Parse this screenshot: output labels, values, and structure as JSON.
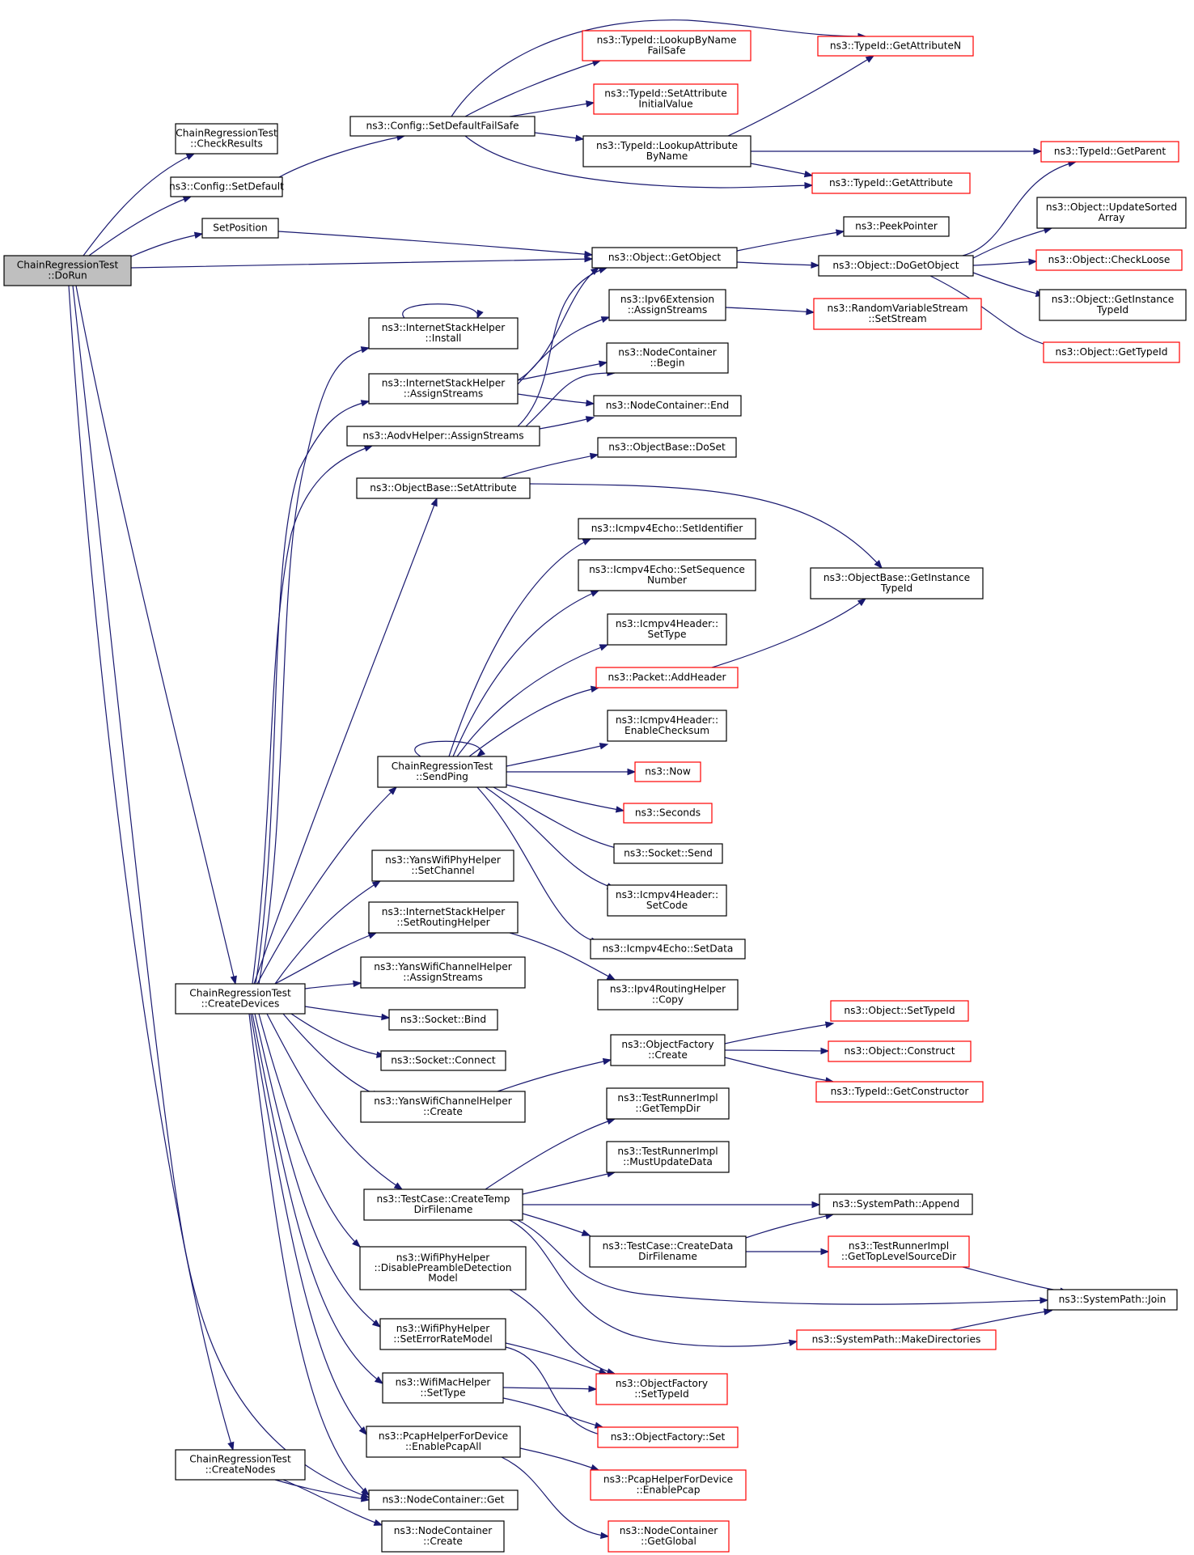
{
  "colors": {
    "edge": "#191970",
    "node_border": "#000000",
    "node_border_truncated": "#ff0000",
    "root_fill": "#bfbfbf",
    "node_fill": "#ffffff"
  },
  "graph": {
    "nodes": [
      {
        "id": "root",
        "lines": [
          "ChainRegressionTest",
          "::DoRun"
        ],
        "style": "root"
      },
      {
        "id": "checkresults",
        "lines": [
          "ChainRegressionTest",
          "::CheckResults"
        ],
        "style": "normal"
      },
      {
        "id": "setdefault",
        "lines": [
          "ns3::Config::SetDefault"
        ],
        "style": "normal"
      },
      {
        "id": "setposition",
        "lines": [
          "SetPosition"
        ],
        "style": "normal"
      },
      {
        "id": "createdevices",
        "lines": [
          "ChainRegressionTest",
          "::CreateDevices"
        ],
        "style": "normal"
      },
      {
        "id": "createnodes",
        "lines": [
          "ChainRegressionTest",
          "::CreateNodes"
        ],
        "style": "normal"
      },
      {
        "id": "setdefaultfailsafe",
        "lines": [
          "ns3::Config::SetDefaultFailSafe"
        ],
        "style": "normal"
      },
      {
        "id": "lookupbynamefailsafe",
        "lines": [
          "ns3::TypeId::LookupByName",
          "FailSafe"
        ],
        "style": "truncated"
      },
      {
        "id": "setattributeinitialvalue",
        "lines": [
          "ns3::TypeId::SetAttribute",
          "InitialValue"
        ],
        "style": "truncated"
      },
      {
        "id": "lookupattributebyname",
        "lines": [
          "ns3::TypeId::LookupAttribute",
          "ByName"
        ],
        "style": "normal"
      },
      {
        "id": "getattributen",
        "lines": [
          "ns3::TypeId::GetAttributeN"
        ],
        "style": "truncated"
      },
      {
        "id": "getparent",
        "lines": [
          "ns3::TypeId::GetParent"
        ],
        "style": "truncated"
      },
      {
        "id": "getattribute",
        "lines": [
          "ns3::TypeId::GetAttribute"
        ],
        "style": "truncated"
      },
      {
        "id": "peekpointer",
        "lines": [
          "ns3::PeekPointer"
        ],
        "style": "normal"
      },
      {
        "id": "getobject",
        "lines": [
          "ns3::Object::GetObject"
        ],
        "style": "normal"
      },
      {
        "id": "dogetobject",
        "lines": [
          "ns3::Object::DoGetObject"
        ],
        "style": "normal"
      },
      {
        "id": "updatesortedarray",
        "lines": [
          "ns3::Object::UpdateSorted",
          "Array"
        ],
        "style": "normal"
      },
      {
        "id": "checkloose",
        "lines": [
          "ns3::Object::CheckLoose"
        ],
        "style": "truncated"
      },
      {
        "id": "obj_getinstancetypeid",
        "lines": [
          "ns3::Object::GetInstance",
          "TypeId"
        ],
        "style": "normal"
      },
      {
        "id": "obj_gettypeid",
        "lines": [
          "ns3::Object::GetTypeId"
        ],
        "style": "truncated"
      },
      {
        "id": "ish_install",
        "lines": [
          "ns3::InternetStackHelper",
          "::Install"
        ],
        "style": "normal"
      },
      {
        "id": "ish_assignstreams",
        "lines": [
          "ns3::InternetStackHelper",
          "::AssignStreams"
        ],
        "style": "normal"
      },
      {
        "id": "aodv_assignstreams",
        "lines": [
          "ns3::AodvHelper::AssignStreams"
        ],
        "style": "normal"
      },
      {
        "id": "ipv6ext_assignstreams",
        "lines": [
          "ns3::Ipv6Extension",
          "::AssignStreams"
        ],
        "style": "normal"
      },
      {
        "id": "rvs_setstream",
        "lines": [
          "ns3::RandomVariableStream",
          "::SetStream"
        ],
        "style": "truncated"
      },
      {
        "id": "nc_begin",
        "lines": [
          "ns3::NodeContainer",
          "::Begin"
        ],
        "style": "normal"
      },
      {
        "id": "nc_end",
        "lines": [
          "ns3::NodeContainer::End"
        ],
        "style": "normal"
      },
      {
        "id": "ob_doset",
        "lines": [
          "ns3::ObjectBase::DoSet"
        ],
        "style": "normal"
      },
      {
        "id": "ob_setattribute",
        "lines": [
          "ns3::ObjectBase::SetAttribute"
        ],
        "style": "normal"
      },
      {
        "id": "ob_getinstancetypeid",
        "lines": [
          "ns3::ObjectBase::GetInstance",
          "TypeId"
        ],
        "style": "normal"
      },
      {
        "id": "echo_setidentifier",
        "lines": [
          "ns3::Icmpv4Echo::SetIdentifier"
        ],
        "style": "normal"
      },
      {
        "id": "echo_setsequencenumber",
        "lines": [
          "ns3::Icmpv4Echo::SetSequence",
          "Number"
        ],
        "style": "normal"
      },
      {
        "id": "hdr_settype",
        "lines": [
          "ns3::Icmpv4Header::",
          "SetType"
        ],
        "style": "normal"
      },
      {
        "id": "packet_addheader",
        "lines": [
          "ns3::Packet::AddHeader"
        ],
        "style": "truncated"
      },
      {
        "id": "hdr_enablechecksum",
        "lines": [
          "ns3::Icmpv4Header::",
          "EnableChecksum"
        ],
        "style": "normal"
      },
      {
        "id": "sendping",
        "lines": [
          "ChainRegressionTest",
          "::SendPing"
        ],
        "style": "normal"
      },
      {
        "id": "now",
        "lines": [
          "ns3::Now"
        ],
        "style": "truncated"
      },
      {
        "id": "seconds",
        "lines": [
          "ns3::Seconds"
        ],
        "style": "truncated"
      },
      {
        "id": "socket_send",
        "lines": [
          "ns3::Socket::Send"
        ],
        "style": "normal"
      },
      {
        "id": "hdr_setcode",
        "lines": [
          "ns3::Icmpv4Header::",
          "SetCode"
        ],
        "style": "normal"
      },
      {
        "id": "echo_setdata",
        "lines": [
          "ns3::Icmpv4Echo::SetData"
        ],
        "style": "normal"
      },
      {
        "id": "yansphy_setchannel",
        "lines": [
          "ns3::YansWifiPhyHelper",
          "::SetChannel"
        ],
        "style": "normal"
      },
      {
        "id": "ish_setroutinghelper",
        "lines": [
          "ns3::InternetStackHelper",
          "::SetRoutingHelper"
        ],
        "style": "normal"
      },
      {
        "id": "ipv4rh_copy",
        "lines": [
          "ns3::Ipv4RoutingHelper",
          "::Copy"
        ],
        "style": "normal"
      },
      {
        "id": "yanschan_assignstreams",
        "lines": [
          "ns3::YansWifiChannelHelper",
          "::AssignStreams"
        ],
        "style": "normal"
      },
      {
        "id": "socket_bind",
        "lines": [
          "ns3::Socket::Bind"
        ],
        "style": "normal"
      },
      {
        "id": "socket_connect",
        "lines": [
          "ns3::Socket::Connect"
        ],
        "style": "normal"
      },
      {
        "id": "yanschan_create",
        "lines": [
          "ns3::YansWifiChannelHelper",
          "::Create"
        ],
        "style": "normal"
      },
      {
        "id": "of_create",
        "lines": [
          "ns3::ObjectFactory",
          "::Create"
        ],
        "style": "normal"
      },
      {
        "id": "obj_settypeid",
        "lines": [
          "ns3::Object::SetTypeId"
        ],
        "style": "truncated"
      },
      {
        "id": "obj_construct",
        "lines": [
          "ns3::Object::Construct"
        ],
        "style": "truncated"
      },
      {
        "id": "typeid_getconstructor",
        "lines": [
          "ns3::TypeId::GetConstructor"
        ],
        "style": "truncated"
      },
      {
        "id": "tri_gettempdir",
        "lines": [
          "ns3::TestRunnerImpl",
          "::GetTempDir"
        ],
        "style": "normal"
      },
      {
        "id": "tri_mustupdatedata",
        "lines": [
          "ns3::TestRunnerImpl",
          "::MustUpdateData"
        ],
        "style": "normal"
      },
      {
        "id": "tc_createtempdirfilename",
        "lines": [
          "ns3::TestCase::CreateTemp",
          "DirFilename"
        ],
        "style": "normal"
      },
      {
        "id": "sp_append",
        "lines": [
          "ns3::SystemPath::Append"
        ],
        "style": "normal"
      },
      {
        "id": "tc_createdatadirfilename",
        "lines": [
          "ns3::TestCase::CreateData",
          "DirFilename"
        ],
        "style": "normal"
      },
      {
        "id": "tri_gettoplevelsourcedir",
        "lines": [
          "ns3::TestRunnerImpl",
          "::GetTopLevelSourceDir"
        ],
        "style": "truncated"
      },
      {
        "id": "sp_join",
        "lines": [
          "ns3::SystemPath::Join"
        ],
        "style": "normal"
      },
      {
        "id": "sp_makedirectories",
        "lines": [
          "ns3::SystemPath::MakeDirectories"
        ],
        "style": "truncated"
      },
      {
        "id": "wph_disablepreamble",
        "lines": [
          "ns3::WifiPhyHelper",
          "::DisablePreambleDetection",
          "Model"
        ],
        "style": "normal"
      },
      {
        "id": "wph_seterrorratemodel",
        "lines": [
          "ns3::WifiPhyHelper",
          "::SetErrorRateModel"
        ],
        "style": "normal"
      },
      {
        "id": "of_settypeid",
        "lines": [
          "ns3::ObjectFactory",
          "::SetTypeId"
        ],
        "style": "truncated"
      },
      {
        "id": "wmh_settype",
        "lines": [
          "ns3::WifiMacHelper",
          "::SetType"
        ],
        "style": "normal"
      },
      {
        "id": "of_set",
        "lines": [
          "ns3::ObjectFactory::Set"
        ],
        "style": "truncated"
      },
      {
        "id": "pcap_enablepcapall",
        "lines": [
          "ns3::PcapHelperForDevice",
          "::EnablePcapAll"
        ],
        "style": "normal"
      },
      {
        "id": "pcap_enablepcap",
        "lines": [
          "ns3::PcapHelperForDevice",
          "::EnablePcap"
        ],
        "style": "truncated"
      },
      {
        "id": "nc_get",
        "lines": [
          "ns3::NodeContainer::Get"
        ],
        "style": "normal"
      },
      {
        "id": "nc_getglobal",
        "lines": [
          "ns3::NodeContainer",
          "::GetGlobal"
        ],
        "style": "truncated"
      },
      {
        "id": "nc_create",
        "lines": [
          "ns3::NodeContainer",
          "::Create"
        ],
        "style": "normal"
      }
    ]
  }
}
